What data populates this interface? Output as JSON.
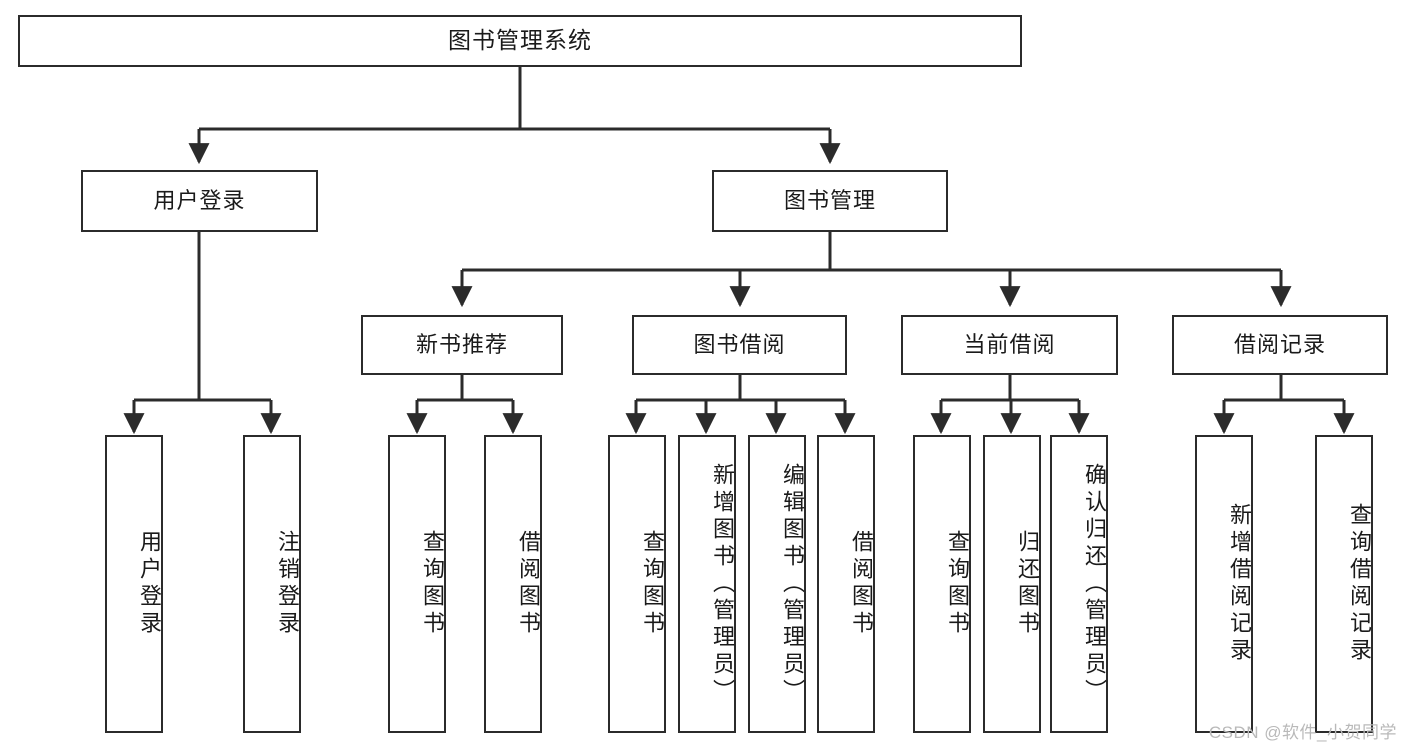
{
  "diagram": {
    "title": "图书管理系统",
    "type": "tree-hierarchy-chart",
    "root": {
      "id": "root",
      "label": "图书管理系统"
    },
    "level2": [
      {
        "id": "user-login",
        "label": "用户登录"
      },
      {
        "id": "book-manage",
        "label": "图书管理"
      }
    ],
    "level3": [
      {
        "id": "new-book-recommend",
        "label": "新书推荐",
        "parent": "book-manage"
      },
      {
        "id": "book-borrow",
        "label": "图书借阅",
        "parent": "book-manage"
      },
      {
        "id": "current-borrow",
        "label": "当前借阅",
        "parent": "book-manage"
      },
      {
        "id": "borrow-record",
        "label": "借阅记录",
        "parent": "book-manage"
      }
    ],
    "leaves": {
      "user_login": [
        {
          "id": "leaf-user-login",
          "label": "用户登录"
        },
        {
          "id": "leaf-logout-login",
          "label": "注销登录"
        }
      ],
      "new_book_recommend": [
        {
          "id": "leaf-query-book-1",
          "label": "查询图书"
        },
        {
          "id": "leaf-borrow-book-1",
          "label": "借阅图书"
        }
      ],
      "book_borrow": [
        {
          "id": "leaf-query-book-2",
          "label": "查询图书"
        },
        {
          "id": "leaf-add-book",
          "label": "新增图书（管理员）"
        },
        {
          "id": "leaf-edit-book",
          "label": "编辑图书（管理员）"
        },
        {
          "id": "leaf-borrow-book-2",
          "label": "借阅图书"
        }
      ],
      "current_borrow": [
        {
          "id": "leaf-query-book-3",
          "label": "查询图书"
        },
        {
          "id": "leaf-return-book",
          "label": "归还图书"
        },
        {
          "id": "leaf-confirm-return",
          "label": "确认归还（管理员）"
        }
      ],
      "borrow_record": [
        {
          "id": "leaf-add-record",
          "label": "新增借阅记录"
        },
        {
          "id": "leaf-query-record",
          "label": "查询借阅记录"
        }
      ]
    }
  },
  "watermark": {
    "text": "CSDN @软件_小贺同学"
  },
  "colors": {
    "stroke": "#2b2b2b",
    "fill": "#ffffff",
    "text": "#1a1a1a",
    "watermark": "#b9b9b9"
  }
}
